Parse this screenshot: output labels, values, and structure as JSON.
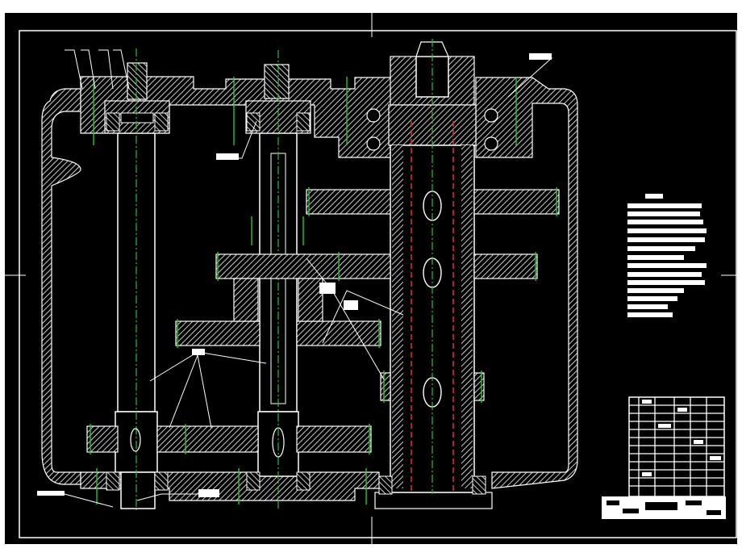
{
  "drawing": {
    "background": "#000000",
    "line_color": "#ffffff",
    "centerline_color": "#2fbf3a",
    "hidden_line_color": "#d03030",
    "page_margin_color": "#ffffff"
  },
  "components": {
    "shafts": [
      "left-shaft",
      "middle-shaft",
      "right-spindle"
    ],
    "housing": "gearbox-housing",
    "gears": [
      "gear-left-bottom",
      "gear-mid-1",
      "gear-mid-2",
      "gear-right-1",
      "gear-right-2",
      "gear-right-3"
    ],
    "bearings": [
      "bearing-top-left",
      "bearing-top-mid",
      "bearing-top-right",
      "bearing-bottom-left",
      "bearing-bottom-mid",
      "bearing-bottom-right"
    ]
  },
  "notes_panel": {
    "label": "technical-requirements-block"
  },
  "title_block": {
    "label": "title-block"
  }
}
